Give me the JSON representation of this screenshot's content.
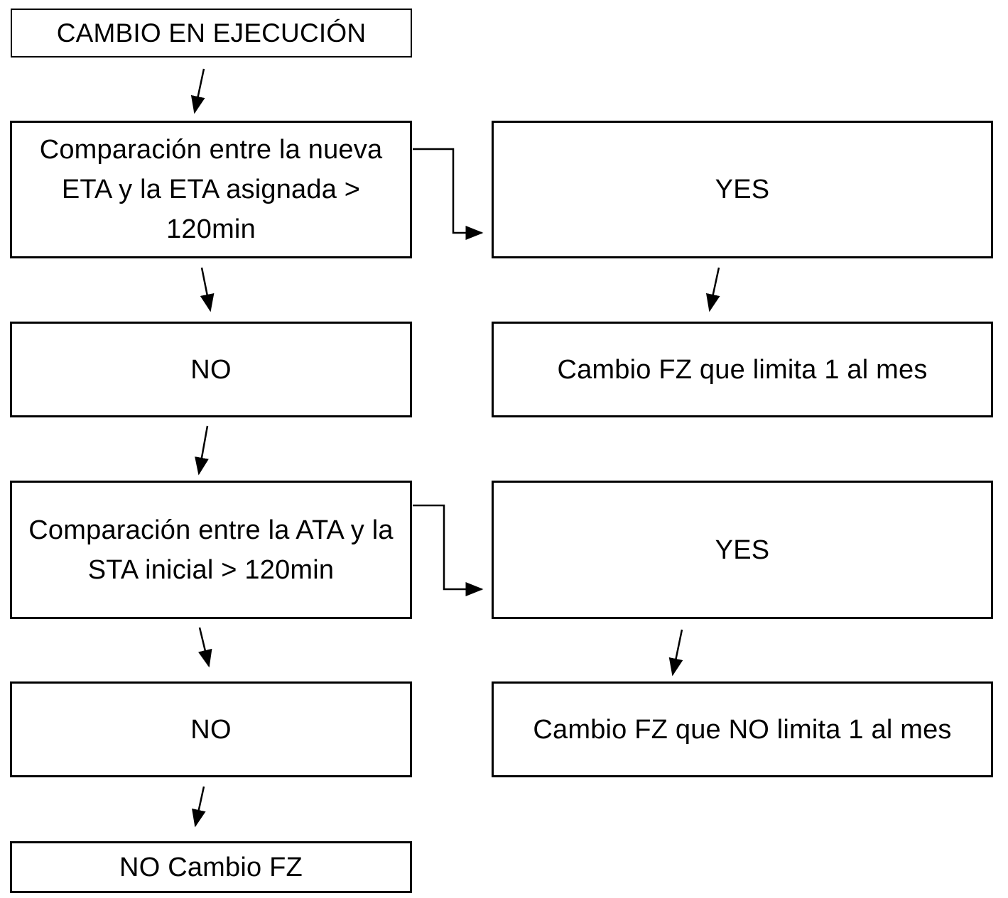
{
  "flowchart": {
    "start": "CAMBIO EN EJECUCIÓN",
    "question_eta": "Comparación entre la nueva ETA y la ETA asignada > 120min",
    "yes_eta": "YES",
    "no_eta": "NO",
    "result_limit": "Cambio FZ que limita 1 al mes",
    "question_ata": "Comparación entre la ATA y la STA inicial > 120min",
    "yes_ata": "YES",
    "no_ata": "NO",
    "result_no_limit": "Cambio FZ que NO limita 1 al mes",
    "end": "NO Cambio FZ"
  },
  "colors": {
    "stroke": "#000000",
    "fill": "#ffffff"
  }
}
